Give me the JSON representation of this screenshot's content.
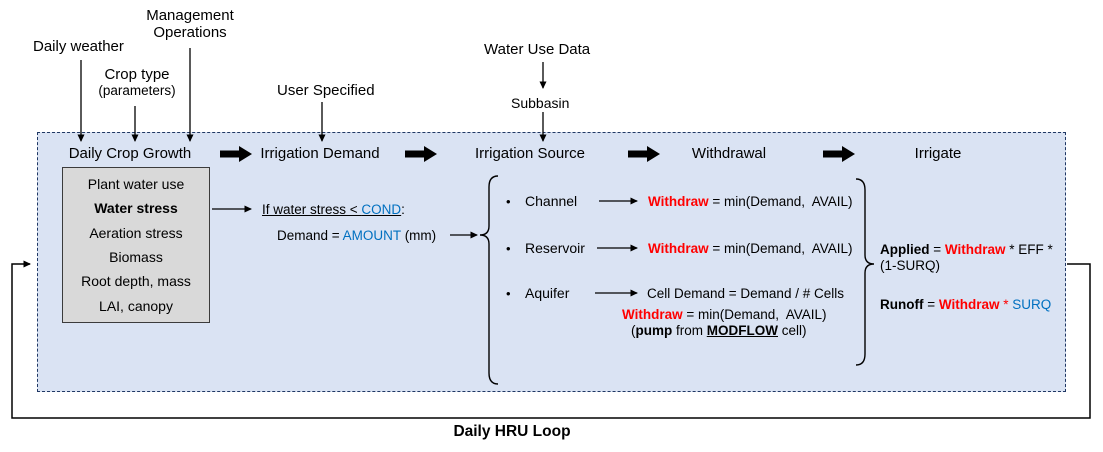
{
  "colors": {
    "box_fill": "#dae3f3",
    "box_border": "#203864",
    "gray_fill": "#d9d9d9",
    "red": "#ff0000",
    "blue": "#0070c0"
  },
  "inputs": {
    "daily_weather": "Daily weather",
    "management_line1": "Management",
    "management_line2": "Operations",
    "crop_type_line1": "Crop type",
    "crop_type_line2": "(parameters)",
    "user_specified": "User Specified",
    "water_use_data": "Water Use Data",
    "subbasin": "Subbasin"
  },
  "headers": [
    "Daily Crop Growth",
    "Irrigation Demand",
    "Irrigation Source",
    "Withdrawal",
    "Irrigate"
  ],
  "crop_box": {
    "items": [
      {
        "label": "Plant water use"
      },
      {
        "label": "Water stress"
      },
      {
        "label": "Aeration stress"
      },
      {
        "label": "Biomass"
      },
      {
        "label": "Root depth, mass"
      },
      {
        "label": "LAI, canopy"
      }
    ]
  },
  "demand": {
    "condition_prefix": "If water stress < ",
    "condition_param": "COND",
    "condition_suffix": ":",
    "eq_prefix": "Demand = ",
    "eq_param": "AMOUNT",
    "eq_suffix": " (mm)"
  },
  "sources": {
    "channel": {
      "label": "Channel",
      "eq_lhs": "Withdraw",
      "eq_rhs": " = min(Demand,  AVAIL)"
    },
    "reservoir": {
      "label": "Reservoir",
      "eq_lhs": "Withdraw",
      "eq_rhs": " = min(Demand,  AVAIL)"
    },
    "aquifer": {
      "label": "Aquifer",
      "cell_eq": "Cell Demand = Demand / # Cells",
      "eq_lhs": "Withdraw",
      "eq_rhs": " = min(Demand,  AVAIL)",
      "pump_open": "(",
      "pump_bold": "pump",
      "pump_mid": " from ",
      "pump_modflow": "MODFLOW",
      "pump_close": " cell)"
    }
  },
  "irrigate": {
    "applied_lhs": "Applied",
    "applied_eq": " = ",
    "applied_withdraw": "Withdraw",
    "applied_rhs": " * EFF * (1-SURQ)",
    "runoff_lhs": "Runoff",
    "runoff_eq": " = ",
    "runoff_withdraw": "Withdraw",
    "runoff_star": " * ",
    "runoff_param": "SURQ"
  },
  "footer": {
    "loop_label": "Daily HRU Loop"
  }
}
